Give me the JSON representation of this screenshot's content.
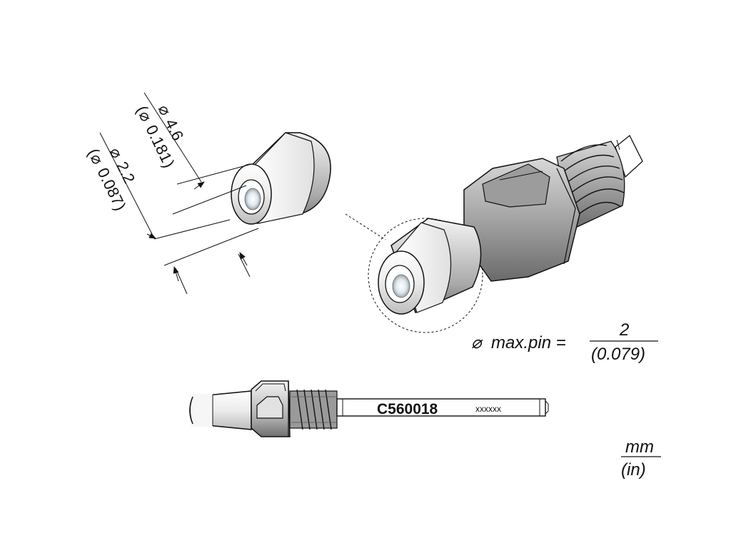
{
  "dimensions": {
    "outer_diameter": {
      "mm": "4.6",
      "in": "0.181"
    },
    "inner_diameter": {
      "mm": "2.2",
      "in": "0.087"
    }
  },
  "max_pin": {
    "label": "max.pin =",
    "mm": "2",
    "in": "(0.079)"
  },
  "part_number": "C560018",
  "serial_placeholder": "xxxxxx",
  "units": {
    "primary": "mm",
    "secondary": "(in)"
  }
}
